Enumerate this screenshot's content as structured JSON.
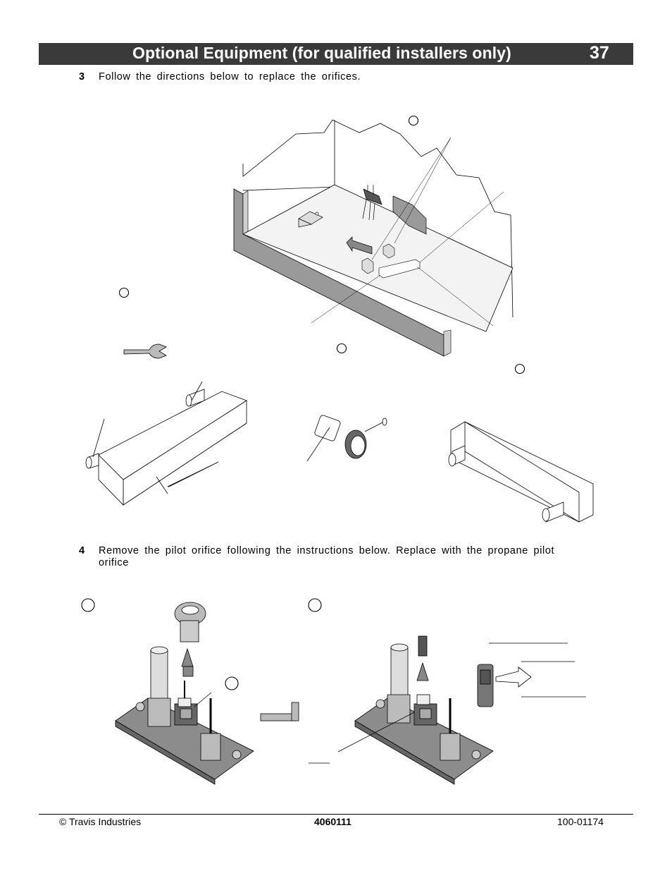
{
  "header": {
    "title": "Optional Equipment  (for qualified installers only)",
    "page_number": "37"
  },
  "steps": [
    {
      "number": "3",
      "text": "Follow the directions below to replace the orifices."
    },
    {
      "number": "4",
      "text_line1": "Remove the pilot orifice following the instructions below.  Replace with the propane pilot",
      "text_line2": "orifice"
    }
  ],
  "footer": {
    "left": "© Travis Industries",
    "center": "4060111",
    "right": "100-01174"
  },
  "colors": {
    "header_bg": "#3a3a3a",
    "wall_shade": "#9a9a9a",
    "plate": "#8c8c8c"
  }
}
